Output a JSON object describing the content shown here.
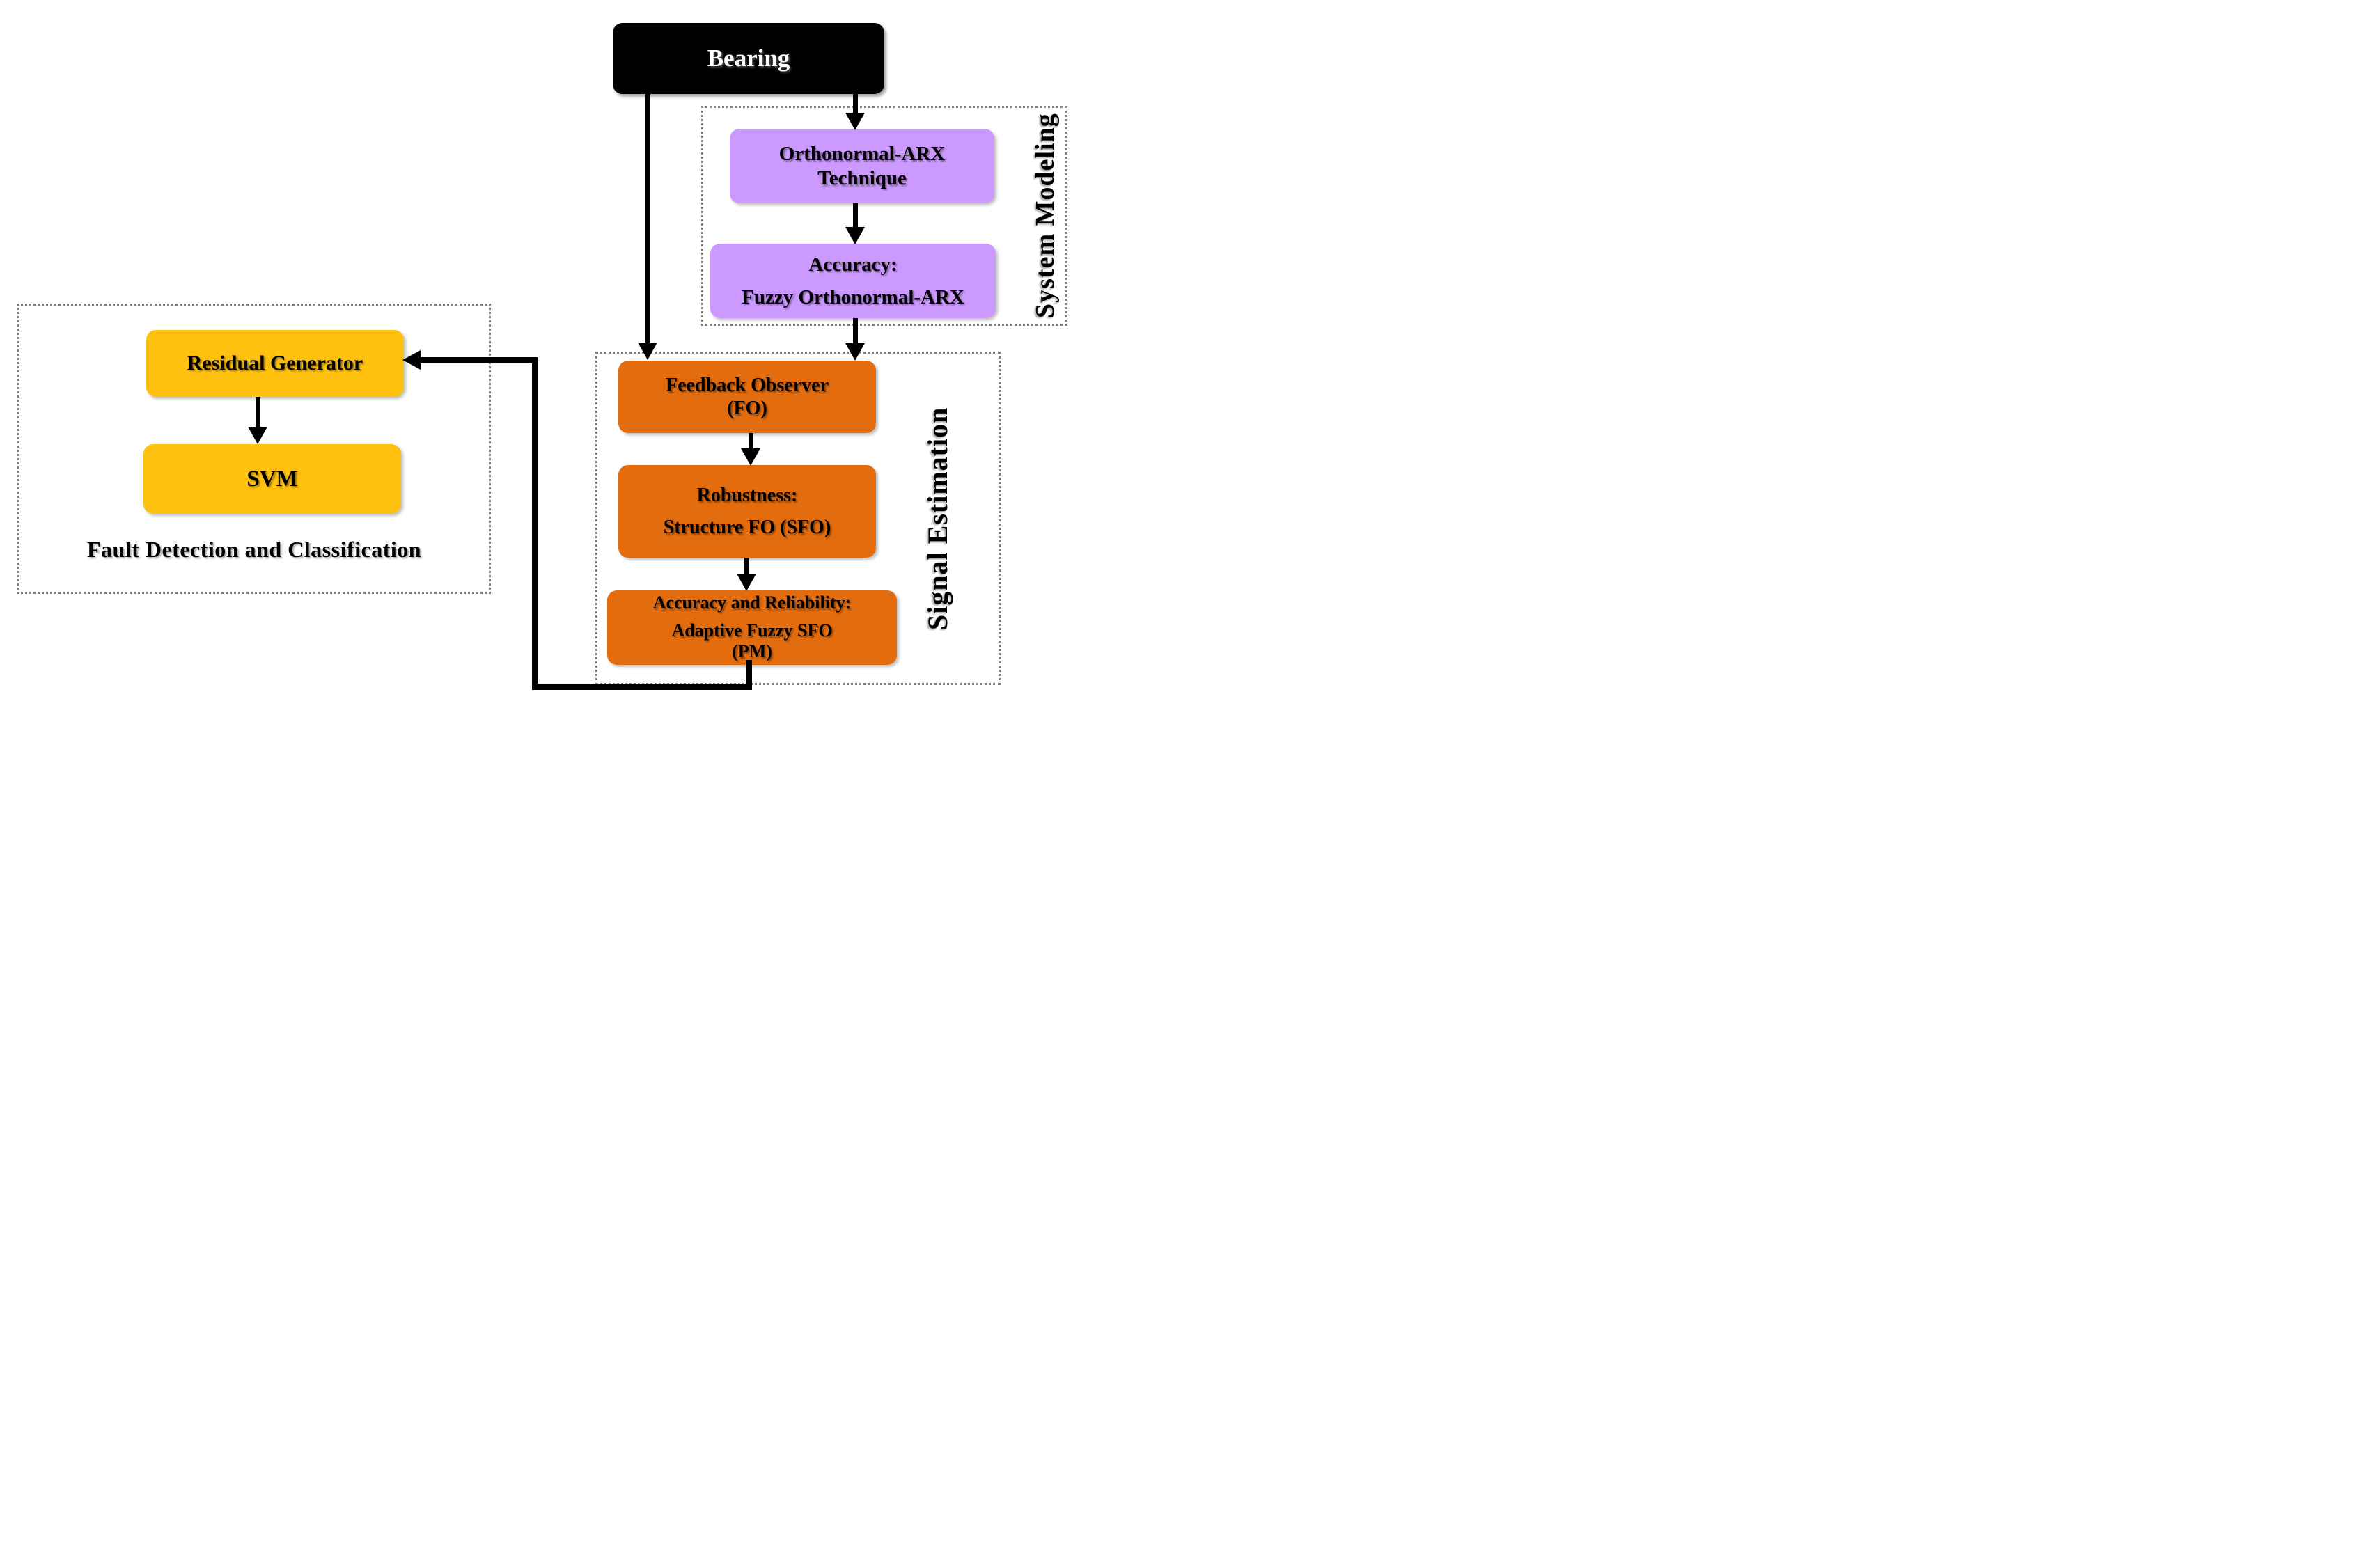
{
  "diagram": {
    "nodes": {
      "bearing": {
        "label": "Bearing"
      },
      "orthonormal_arx": {
        "line1": "Orthonormal-ARX",
        "line2": "Technique"
      },
      "fuzzy_orthonormal_arx": {
        "line1": "Accuracy:",
        "line2": "Fuzzy Orthonormal-ARX"
      },
      "feedback_observer": {
        "line1": "Feedback Observer",
        "line2": "(FO)"
      },
      "structure_fo": {
        "line1": "Robustness:",
        "line2": "Structure FO (SFO)"
      },
      "adaptive_fuzzy_sfo": {
        "line1": "Accuracy and Reliability:",
        "line2": "Adaptive Fuzzy SFO",
        "line3": "(PM)"
      },
      "residual_generator": {
        "label": "Residual Generator"
      },
      "svm": {
        "label": "SVM"
      }
    },
    "groups": {
      "system_modeling": {
        "label": "System Modeling"
      },
      "signal_estimation": {
        "label": "Signal Estimation"
      },
      "fault_detection": {
        "label": "Fault Detection and Classification"
      }
    },
    "colors": {
      "background": "#ffffff",
      "bearing_fill": "#000000",
      "bearing_text": "#ffffff",
      "modeling_fill": "#cc99ff",
      "estimation_fill": "#e36c0f",
      "detection_fill": "#ffc110",
      "node_text": "#000000",
      "group_border": "#7f7f7f",
      "arrow": "#000000"
    }
  }
}
